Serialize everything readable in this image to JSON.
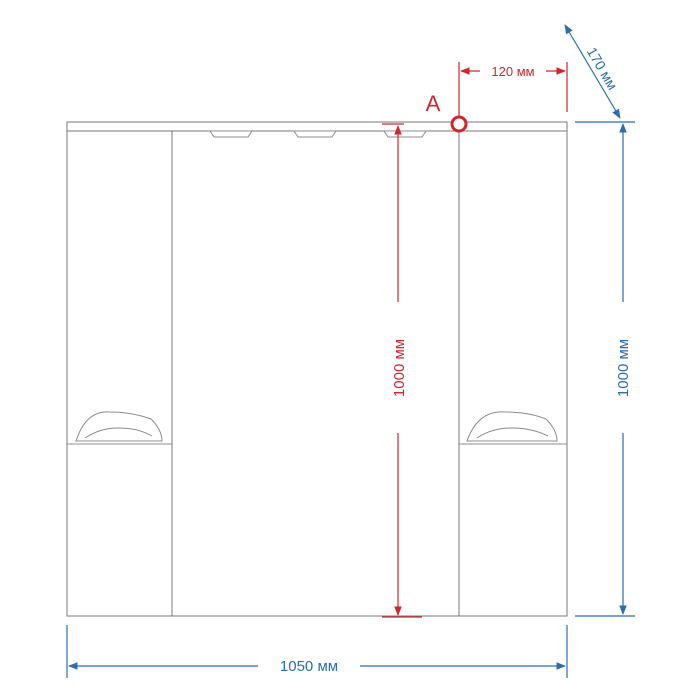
{
  "dimensions": {
    "width_label": "1050 мм",
    "height_label": "1000 мм",
    "inner_height_label": "1000 мм",
    "offset_label": "120 мм",
    "depth_label": "170 мм",
    "point_label": "A"
  },
  "colors": {
    "blue": "#2a6db0",
    "red": "#d0262e",
    "outline": "#7a7a7a"
  }
}
